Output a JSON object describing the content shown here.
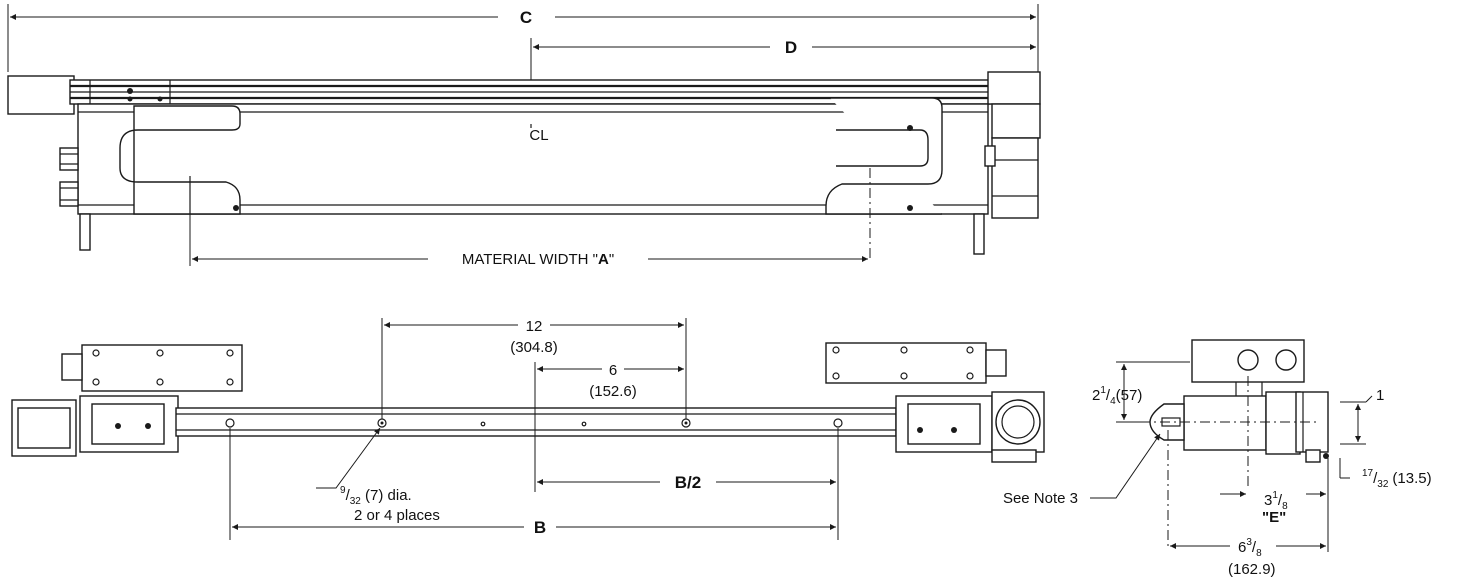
{
  "labels": {
    "dim_c": "C",
    "dim_d": "D",
    "centerline": "CL",
    "material_width_prefix": "MATERIAL WIDTH \"",
    "material_width_letter": "A",
    "material_width_suffix": "\"",
    "dim_12": "12",
    "dim_12_mm": "(304.8)",
    "dim_6": "6",
    "dim_6_mm": "(152.6)",
    "dim_b_half": "B/2",
    "dim_b": "B",
    "hole_num": "9",
    "hole_den": "32",
    "hole_rest": " (7) dia.",
    "hole_places": "2 or 4 places",
    "side_h_whole": "2",
    "side_h_num": "1",
    "side_h_den": "4",
    "side_h_mm": "(57)",
    "side_1": "1",
    "side_offset_num": "17",
    "side_offset_den": "32",
    "side_offset_mm": "(13.5)",
    "see_note": "See Note 3",
    "dim_e_whole": "3",
    "dim_e_num": "1",
    "dim_e_den": "8",
    "dim_e_letter": "\"E\"",
    "dim_total_whole": "6",
    "dim_total_num": "3",
    "dim_total_den": "8",
    "dim_total_mm": "(162.9)"
  }
}
